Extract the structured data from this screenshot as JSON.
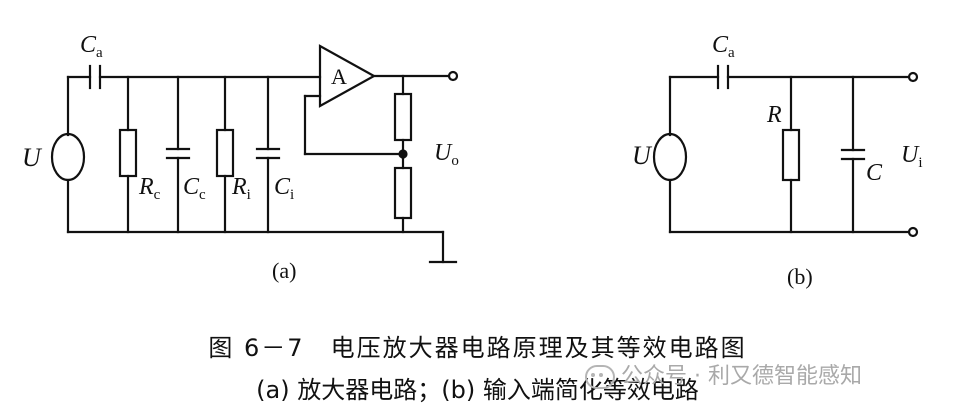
{
  "diagram_a": {
    "label": "(a)",
    "components": {
      "source": "U",
      "coupling_cap": {
        "main": "C",
        "sub": "a"
      },
      "rc": {
        "main": "R",
        "sub": "c"
      },
      "cc": {
        "main": "C",
        "sub": "c"
      },
      "ri": {
        "main": "R",
        "sub": "i"
      },
      "ci": {
        "main": "C",
        "sub": "i"
      },
      "amp": "A",
      "output": {
        "main": "U",
        "sub": "o"
      }
    }
  },
  "diagram_b": {
    "label": "(b)",
    "components": {
      "source": "U",
      "coupling_cap": {
        "main": "C",
        "sub": "a"
      },
      "r": "R",
      "c": "C",
      "output": {
        "main": "U",
        "sub": "i"
      }
    }
  },
  "caption": {
    "line1": "图 6－7　电压放大器电路原理及其等效电路图",
    "line2": "(a) 放大器电路；(b) 输入端简化等效电路"
  },
  "watermark": {
    "text": "公众号 · 利又德智能感知",
    "icon": "wechat-icon"
  }
}
